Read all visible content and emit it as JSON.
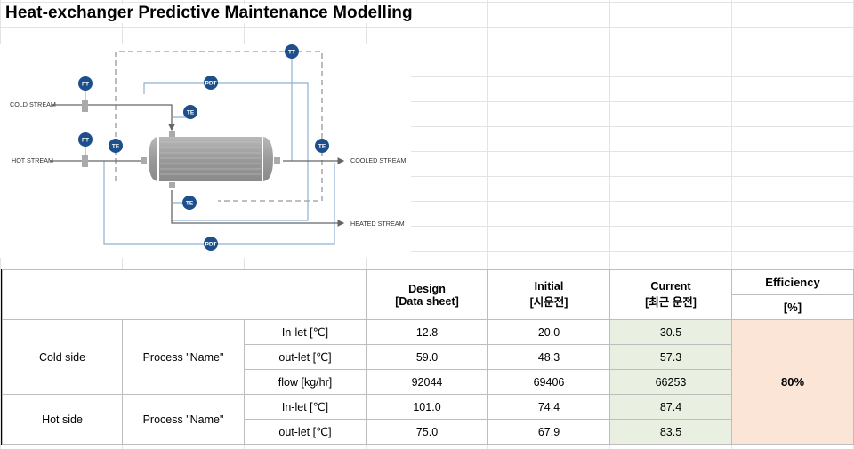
{
  "title": "Heat-exchanger Predictive Maintenance Modelling",
  "diagram": {
    "cold_stream": "COLD STREAM",
    "hot_stream": "HOT STREAM",
    "cooled_stream": "COOLED STREAM",
    "heated_stream": "HEATED STREAM",
    "ft": "FT",
    "te": "TE",
    "pdt": "PDT",
    "tt": "TT"
  },
  "table": {
    "headers": {
      "design_1": "Design",
      "design_2": "[Data sheet]",
      "initial_1": "Initial",
      "initial_2": "[시운전]",
      "current_1": "Current",
      "current_2": "[최근 운전]",
      "efficiency_1": "Efficiency",
      "efficiency_2": "[%]"
    },
    "cold_side": "Cold side",
    "hot_side": "Hot side",
    "process_cold": "Process \"Name\"",
    "process_hot": "Process \"Name\"",
    "rows": [
      {
        "param": "In-let [℃]",
        "design": "12.8",
        "initial": "20.0",
        "current": "30.5"
      },
      {
        "param": "out-let [℃]",
        "design": "59.0",
        "initial": "48.3",
        "current": "57.3"
      },
      {
        "param": "flow [kg/hr]",
        "design": "92044",
        "initial": "69406",
        "current": "66253"
      },
      {
        "param": "In-let [℃]",
        "design": "101.0",
        "initial": "74.4",
        "current": "87.4"
      },
      {
        "param": "out-let [℃]",
        "design": "75.0",
        "initial": "67.9",
        "current": "83.5"
      }
    ],
    "efficiency_value": "80%"
  },
  "colors": {
    "badge": "#1d4f8c",
    "current_fill": "#e9f0e1",
    "efficiency_fill": "#fbe5d6",
    "signal_line": "#8fb0d3"
  }
}
